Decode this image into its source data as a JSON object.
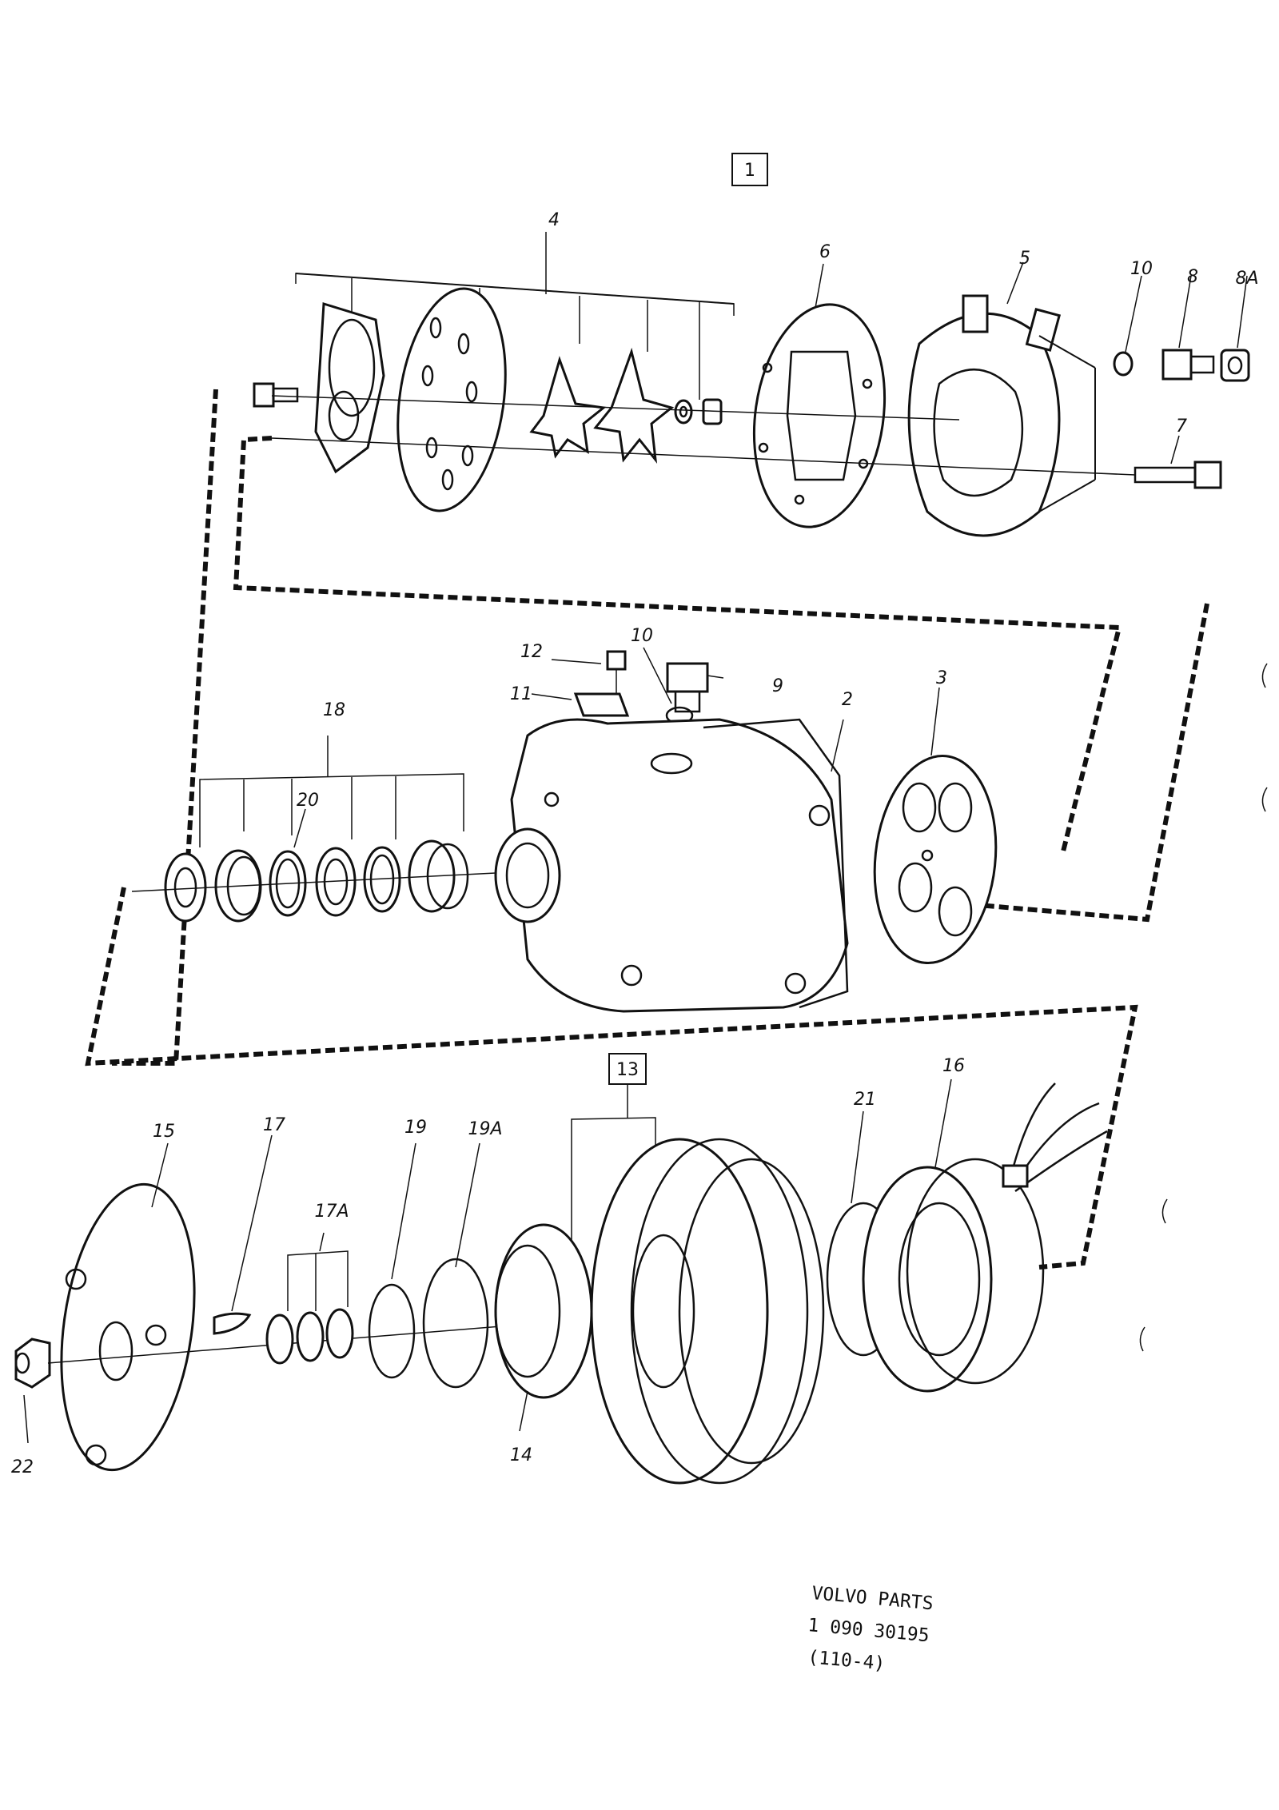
{
  "diagram": {
    "group_boxes": {
      "main_assembly": "1",
      "pulley_assembly": "13"
    },
    "part_labels": {
      "p2": "2",
      "p3": "3",
      "p4": "4",
      "p5": "5",
      "p6": "6",
      "p7": "7",
      "p8": "8",
      "p8a": "8A",
      "p9": "9",
      "p10_top": "10",
      "p10_mid": "10",
      "p11": "11",
      "p12": "12",
      "p14": "14",
      "p15": "15",
      "p16": "16",
      "p17": "17",
      "p17a": "17A",
      "p18": "18",
      "p19": "19",
      "p19a": "19A",
      "p20": "20",
      "p21": "21",
      "p22": "22"
    },
    "footer": {
      "brand": "VOLVO PARTS",
      "part_number": "1 090 30195",
      "ref": "(110-4)"
    }
  }
}
